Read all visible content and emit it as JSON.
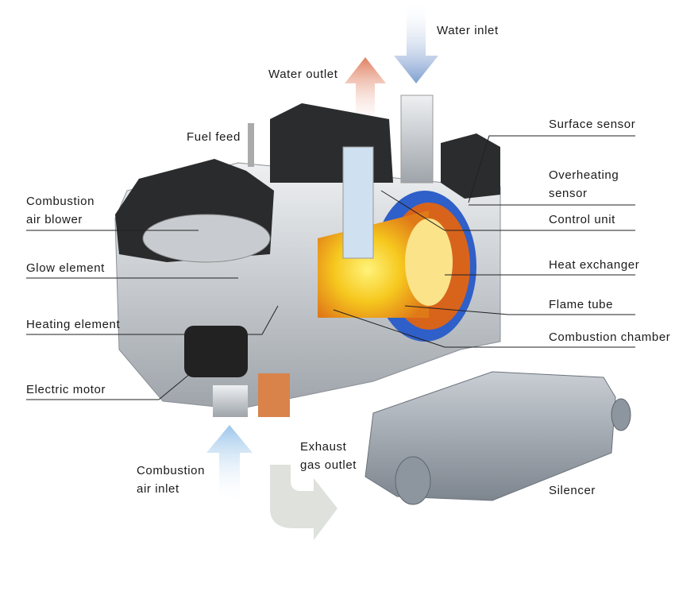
{
  "title": "Water heater components",
  "labels": {
    "water_inlet": "Water inlet",
    "water_outlet": "Water outlet",
    "fuel_feed": "Fuel feed",
    "surface_sensor": "Surface sensor",
    "overheating_sensor": [
      "Overheating",
      "sensor"
    ],
    "control_unit": "Control unit",
    "heat_exchanger": "Heat exchanger",
    "flame_tube": "Flame tube",
    "combustion_chamber": "Combustion chamber",
    "combustion_air_blower": [
      "Combustion",
      "air blower"
    ],
    "glow_element": "Glow element",
    "heating_element": "Heating element",
    "electric_motor": "Electric motor",
    "combustion_air_inlet": [
      "Combustion",
      "air inlet"
    ],
    "exhaust_gas_outlet": [
      "Exhaust",
      "gas outlet"
    ],
    "silencer": "Silencer"
  },
  "colors": {
    "water_inlet_arrow": "#7f9fd0",
    "water_outlet_arrow": "#e07f60",
    "air_inlet_arrow": "#9cc6ea",
    "exhaust_arrow": "#d8dcd6",
    "flame": "#f6c81e",
    "heat_exchanger": "#d8641c",
    "water_jacket": "#2f5fc8"
  }
}
